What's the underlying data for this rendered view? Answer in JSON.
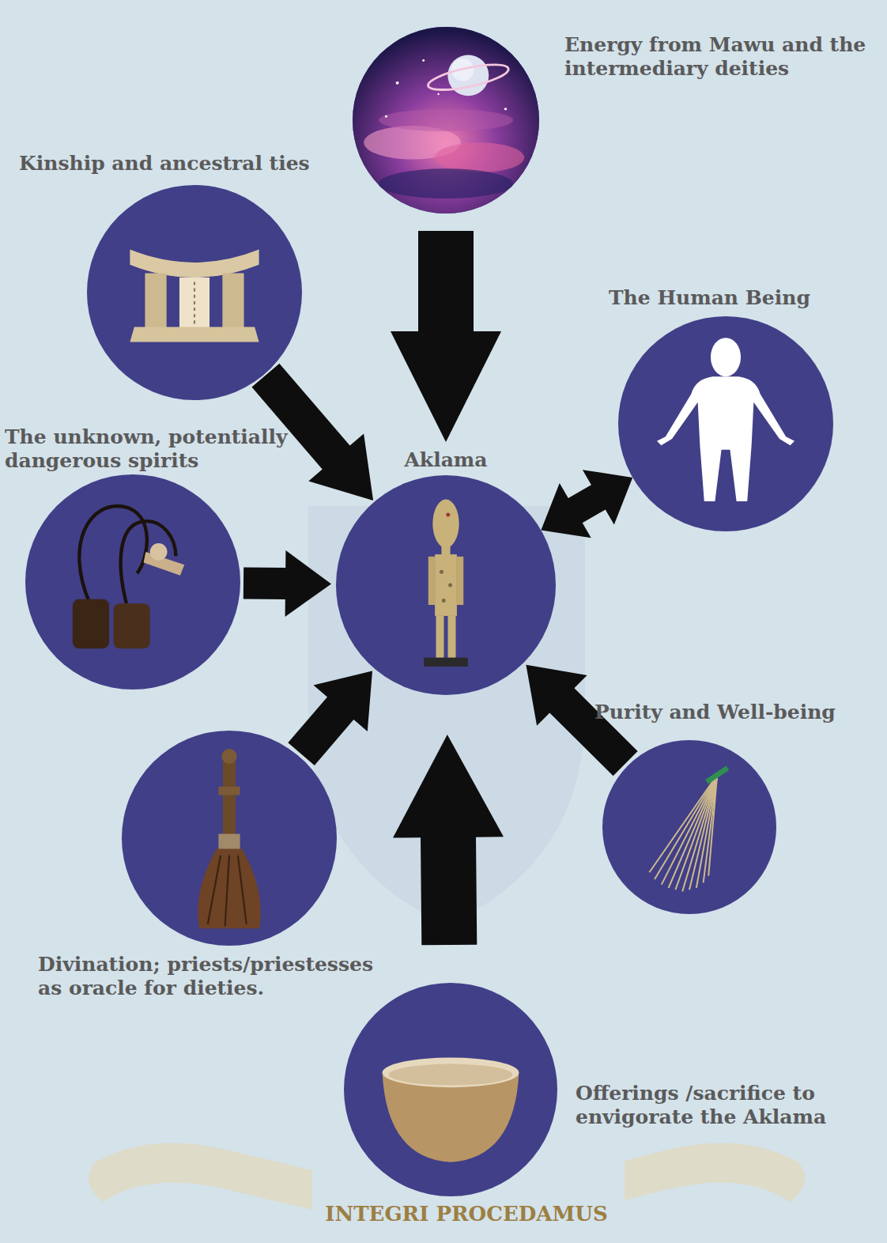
{
  "diagram": {
    "nodes": [
      {
        "text": [
          "Energy from Mawu and the intermediary deities"
        ]
      },
      {
        "text": [
          "Kinship and ancestral ties"
        ]
      },
      {
        "text": [
          "The Human Being"
        ]
      },
      {
        "text": [
          "The unknown, potentially dangerous spirits"
        ]
      },
      {
        "text": [
          "Aklama"
        ]
      },
      {
        "text": [
          "Purity and Well-being"
        ]
      },
      {
        "text": [
          "Divination; priests/priestesses as oracle for dieties."
        ]
      },
      {
        "text": [
          "Offerings /sacrifice to envigorate the Aklama"
        ]
      }
    ],
    "edges": [
      {
        "from": 0,
        "to": 4,
        "arrow": "to"
      },
      {
        "from": 1,
        "to": 4,
        "arrow": "to"
      },
      {
        "from": 2,
        "to": 4,
        "arrow": "both"
      },
      {
        "from": 3,
        "to": 4,
        "arrow": "to"
      },
      {
        "from": 5,
        "to": 4,
        "arrow": "to"
      },
      {
        "from": 6,
        "to": 4,
        "arrow": "to"
      },
      {
        "from": 7,
        "to": 4,
        "arrow": "to"
      }
    ],
    "labels": [
      "INTEGRI PROCEDAMUS"
    ]
  }
}
